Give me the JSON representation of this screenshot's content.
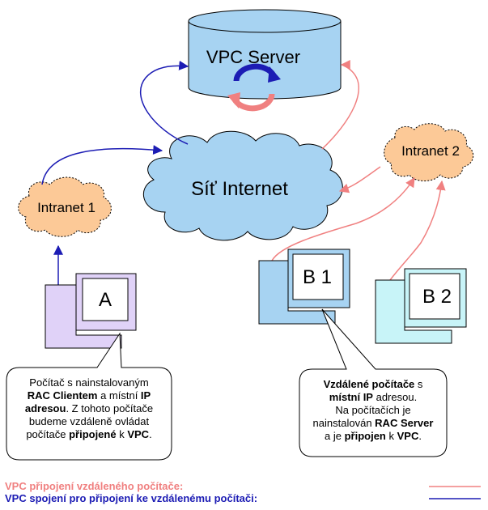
{
  "server": {
    "label": "VPC Server"
  },
  "internet": {
    "label": "Síť Internet"
  },
  "intranet1": {
    "label": "Intranet 1"
  },
  "intranet2": {
    "label": "Intranet 2"
  },
  "computers": {
    "a": "A",
    "b1": "B 1",
    "b2": "B 2"
  },
  "bubble_left": {
    "l1": "Počítač s nainstalovaným",
    "l2_bold": "RAC Clientem",
    "l2_rest": " a místní ",
    "l2_bold2": "IP",
    "l3_bold": "adresou",
    "l3_rest": ". Z tohoto počítače",
    "l4": "budeme vzdáleně ovládat",
    "l5_rest": "počítače ",
    "l5_bold": "připojené",
    "l5_rest2": " k ",
    "l5_bold2": "VPC",
    "l5_end": "."
  },
  "bubble_right": {
    "l1_bold": "Vzdálené počítače",
    "l1_rest": " s",
    "l2_bold": "místní IP",
    "l2_rest": " adresou.",
    "l3": "Na počítačích je",
    "l4_rest": "nainstalován ",
    "l4_bold": "RAC Server",
    "l5_rest": "a je ",
    "l5_bold": "připojen",
    "l5_rest2": " k ",
    "l5_bold2": "VPC",
    "l5_end": "."
  },
  "legend": {
    "pink_label": "VPC připojení vzdáleného počítače:",
    "blue_label": "VPC spojení pro připojení ke vzdálenému počítači:"
  },
  "colors": {
    "pink": "#f08080",
    "blue": "#1c1cb4",
    "server_fill": "#a7d3f2",
    "cloud_internet": "#a7d3f2",
    "cloud_intranet": "#fcc997",
    "pc_a": "#e0d2f8",
    "pc_b1": "#a7d3f2",
    "pc_b2": "#c8f4f8"
  }
}
